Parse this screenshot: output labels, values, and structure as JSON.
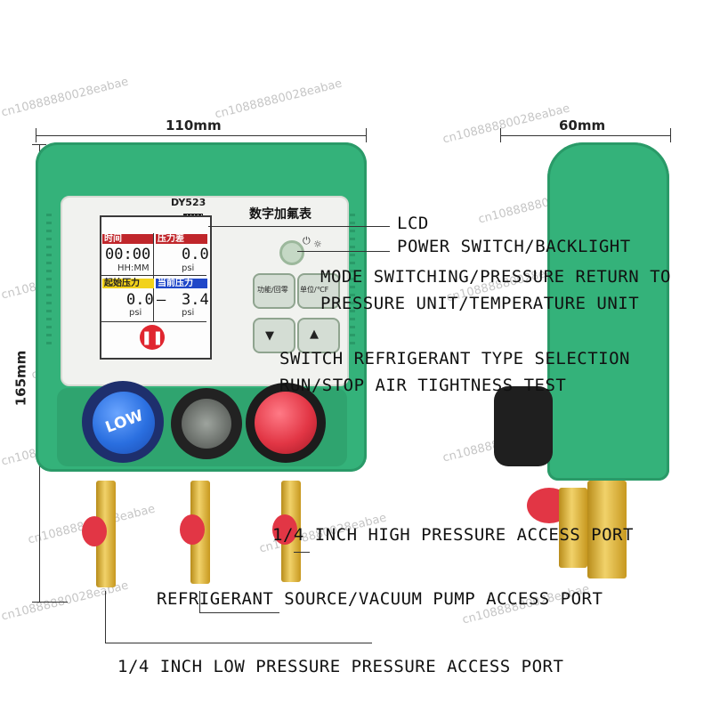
{
  "dimensions": {
    "width": "110mm",
    "height": "165mm",
    "depth": "60mm"
  },
  "device": {
    "model": "DY523",
    "title": "数字加氟表",
    "lcd": {
      "time_label": "时间",
      "time_value": "00:00",
      "time_unit": "HH:MM",
      "pressure_label": "压力差",
      "pressure_value": "0.0",
      "pressure_unit": "psi",
      "start_label": "起始压力",
      "start_value": "0.0",
      "start_unit": "psi",
      "current_label": "当前压力",
      "current_value": "3.4",
      "current_unit": "psi"
    },
    "buttons": {
      "function_label": "功能/回零",
      "unit_label": "单位/℃F"
    },
    "low_knob_label": "LOW"
  },
  "callouts": {
    "lcd": "LCD",
    "power": "POWER SWITCH/BACKLIGHT",
    "mode": "MODE SWITCHING/PRESSURE RETURN TO",
    "unit": "PRESSURE UNIT/TEMPERATURE UNIT",
    "refrigerant": "SWITCH REFRIGERANT TYPE SELECTION",
    "runstop": "RUN/STOP AIR TIGHTNESS TEST",
    "high_port": "1/4 INCH HIGH PRESSURE ACCESS PORT",
    "source_port": "REFRIGERANT SOURCE/VACUUM PUMP ACCESS PORT",
    "low_port": "1/4 INCH LOW PRESSURE PRESSURE ACCESS PORT"
  },
  "watermark": "cn10888880028eabae",
  "colors": {
    "body_green": "#34b27a",
    "low_blue": "#2a6fe0",
    "high_red": "#e23645",
    "brass": "#d8b040",
    "lcd_red": "#c0262b",
    "lcd_yellow": "#f2d21a",
    "lcd_blue": "#1f47c8"
  }
}
